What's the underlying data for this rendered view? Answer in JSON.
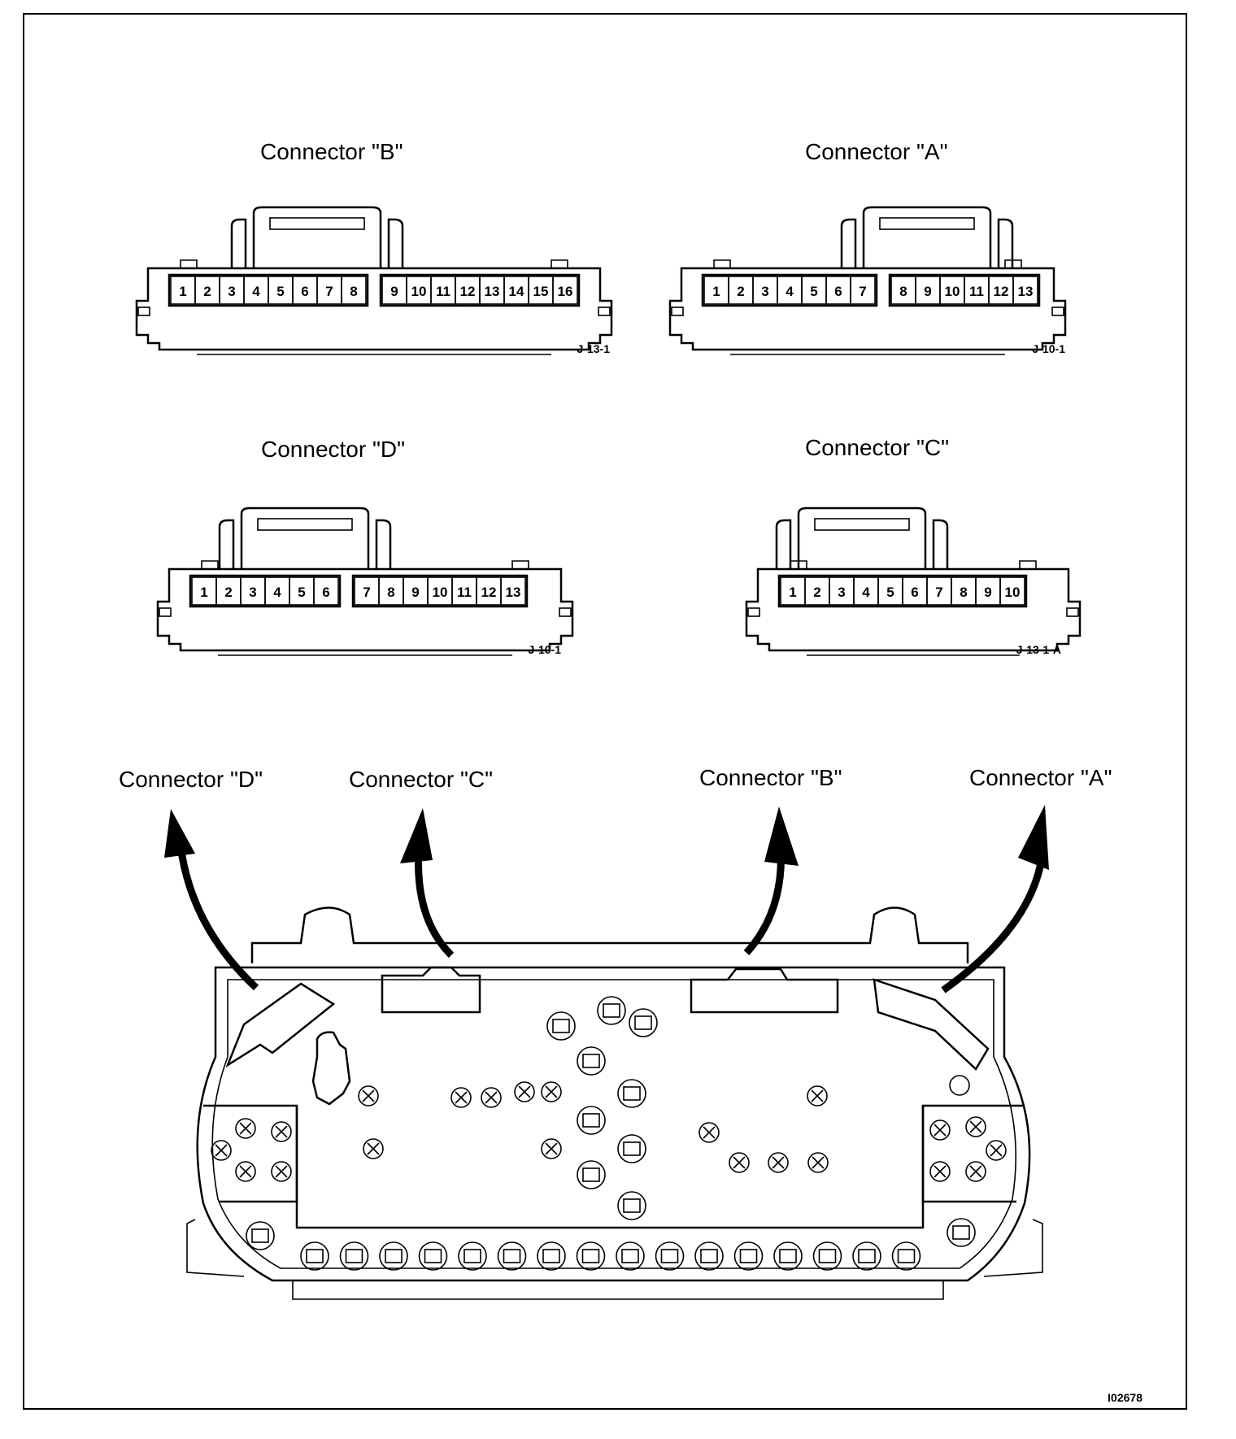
{
  "top_labels": {
    "connector_b": "Connector \"B\"",
    "connector_a": "Connector \"A\"",
    "connector_d": "Connector \"D\"",
    "connector_c": "Connector \"C\""
  },
  "connectors": {
    "b": {
      "left_pins": [
        "1",
        "2",
        "3",
        "4",
        "5",
        "6",
        "7",
        "8"
      ],
      "right_pins": [
        "9",
        "10",
        "11",
        "12",
        "13",
        "14",
        "15",
        "16"
      ],
      "code": "J-13-1"
    },
    "a": {
      "left_pins": [
        "1",
        "2",
        "3",
        "4",
        "5",
        "6",
        "7"
      ],
      "right_pins": [
        "8",
        "9",
        "10",
        "11",
        "12",
        "13"
      ],
      "code": "J-10-1"
    },
    "d": {
      "left_pins": [
        "1",
        "2",
        "3",
        "4",
        "5",
        "6"
      ],
      "right_pins": [
        "7",
        "8",
        "9",
        "10",
        "11",
        "12",
        "13"
      ],
      "code": "J-10-1"
    },
    "c": {
      "left_pins": [
        "1",
        "2",
        "3",
        "4",
        "5",
        "6",
        "7",
        "8",
        "9",
        "10"
      ],
      "right_pins": [],
      "code": "J-13-1-A"
    }
  },
  "bottom_labels": {
    "connector_d": "Connector \"D\"",
    "connector_c": "Connector \"C\"",
    "connector_b": "Connector \"B\"",
    "connector_a": "Connector \"A\""
  },
  "figure_id": "I02678"
}
